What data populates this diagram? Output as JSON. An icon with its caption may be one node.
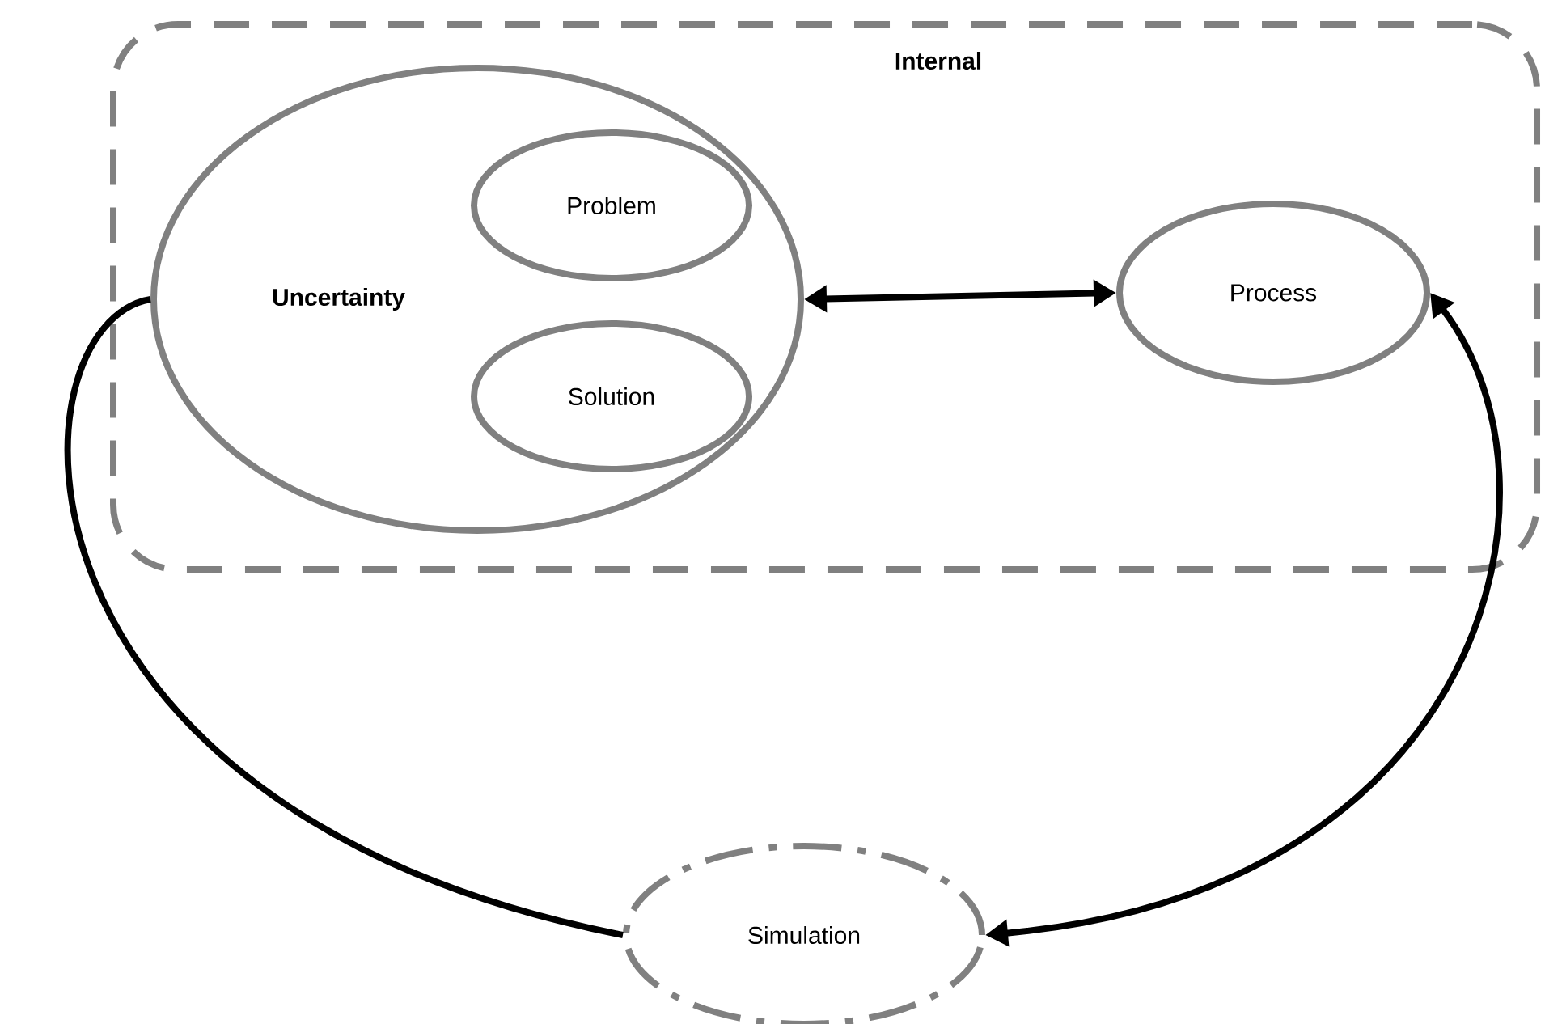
{
  "diagram": {
    "nodes": [
      {
        "text": [
          "Internal"
        ]
      },
      {
        "text": [
          "Uncertainty"
        ],
        "in": 0
      },
      {
        "text": [
          "Problem"
        ],
        "in": 1
      },
      {
        "text": [
          "Solution"
        ],
        "in": 1
      },
      {
        "text": [
          "Process"
        ],
        "in": 0
      },
      {
        "text": [
          "Simulation"
        ]
      }
    ],
    "edges": [
      {
        "from": 1,
        "to": 4,
        "arrow": "both"
      },
      {
        "from": 1,
        "to": 5,
        "arrow": "none"
      },
      {
        "from": 5,
        "to": 4,
        "arrow": "both"
      }
    ]
  }
}
